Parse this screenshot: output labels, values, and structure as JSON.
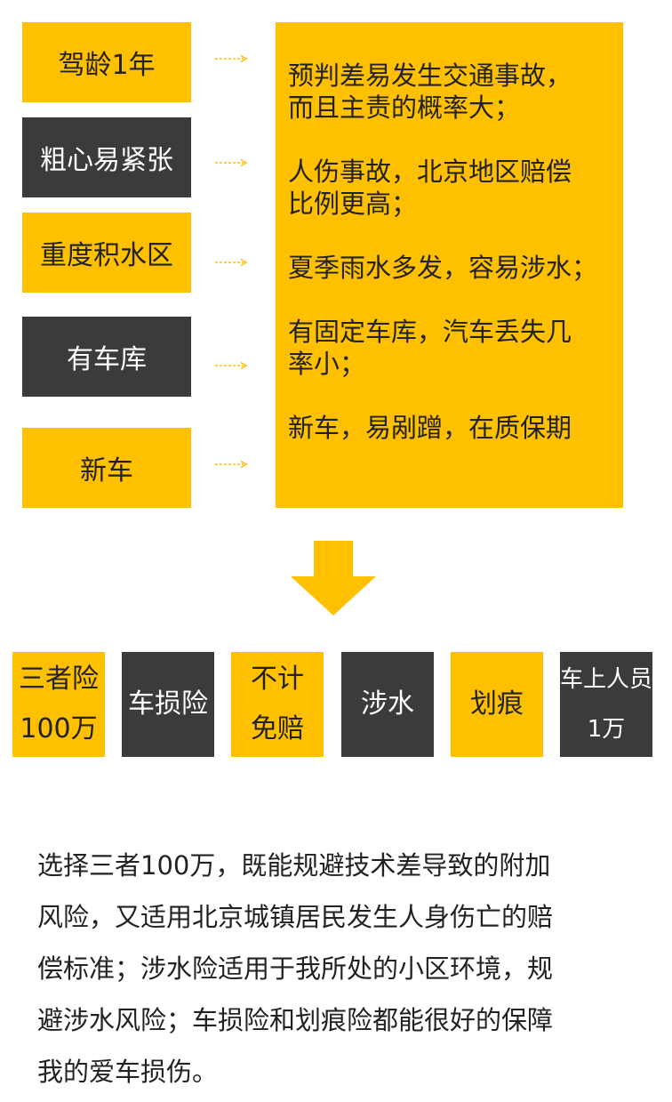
{
  "colors": {
    "yellow": "#ffc000",
    "dark": "#3b3b3b",
    "text_dark": "#222222",
    "text_light": "#ffffff"
  },
  "factors": [
    {
      "label": "驾龄1年",
      "style": "yellow"
    },
    {
      "label": "粗心易紧张",
      "style": "dark"
    },
    {
      "label": "重度积水区",
      "style": "yellow"
    },
    {
      "label": "有车库",
      "style": "dark"
    },
    {
      "label": "新车",
      "style": "yellow"
    }
  ],
  "reasons": [
    {
      "lines": [
        "预判差易发生交通事故，",
        "而且主责的概率大；"
      ]
    },
    {
      "lines": [
        "人伤事故，北京地区赔偿",
        "比例更高；"
      ]
    },
    {
      "lines": [
        "夏季雨水多发，容易涉水；"
      ]
    },
    {
      "lines": [
        "有固定车库，汽车丢失几",
        "率小；"
      ]
    },
    {
      "lines": [
        "新车，易剐蹭，在质保期"
      ]
    }
  ],
  "coverages": [
    {
      "lines": [
        "三者险",
        "100万"
      ],
      "style": "yellow"
    },
    {
      "lines": [
        "车损险"
      ],
      "style": "dark"
    },
    {
      "lines": [
        "不计",
        "免赔"
      ],
      "style": "yellow"
    },
    {
      "lines": [
        "涉水"
      ],
      "style": "dark"
    },
    {
      "lines": [
        "划痕"
      ],
      "style": "yellow"
    },
    {
      "lines": [
        "车上人员",
        "1万"
      ],
      "style": "dark"
    }
  ],
  "summary": {
    "lines": [
      "选择三者100万，既能规避技术差导致的附加",
      "风险，又适用北京城镇居民发生人身伤亡的赔",
      "偿标准；涉水险适用于我所处的小区环境，规",
      "避涉水风险；车损险和划痕险都能很好的保障",
      "我的爱车损伤。"
    ]
  }
}
